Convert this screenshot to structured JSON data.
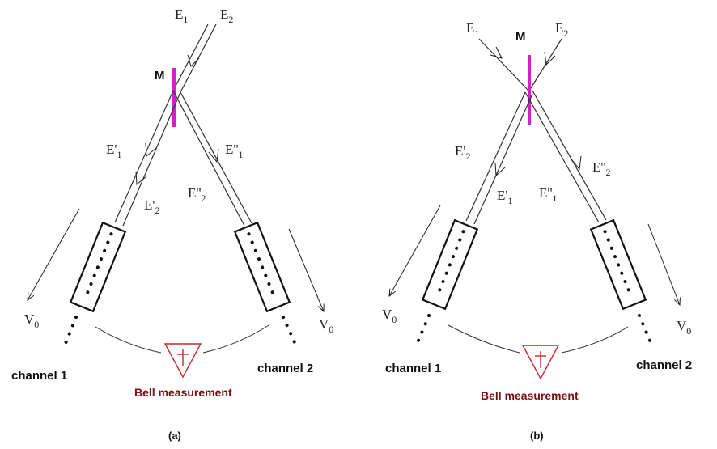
{
  "panels": [
    {
      "id": "a",
      "caption": "(a)",
      "mirror_label": "M",
      "incoming": [
        {
          "base": "E",
          "sub": "1"
        },
        {
          "base": "E",
          "sub": "2"
        }
      ],
      "left_beams": [
        {
          "base": "E'",
          "sub": "1"
        },
        {
          "base": "E'",
          "sub": "2"
        }
      ],
      "right_beams": [
        {
          "base": "E''",
          "sub": "1"
        },
        {
          "base": "E''",
          "sub": "2"
        }
      ],
      "velocity_left": {
        "base": "V",
        "sub": "0"
      },
      "velocity_right": {
        "base": "V",
        "sub": "0"
      },
      "channel_left": "channel 1",
      "channel_right": "channel 2",
      "bell_label": "Bell measurement"
    },
    {
      "id": "b",
      "caption": "(b)",
      "mirror_label": "M",
      "incoming": [
        {
          "base": "E",
          "sub": "1"
        },
        {
          "base": "E",
          "sub": "2"
        }
      ],
      "left_beams": [
        {
          "base": "E'",
          "sub": "2"
        },
        {
          "base": "E'",
          "sub": "1"
        }
      ],
      "right_beams": [
        {
          "base": "E''",
          "sub": "2"
        },
        {
          "base": "E''",
          "sub": "1"
        }
      ],
      "velocity_left": {
        "base": "V",
        "sub": "0"
      },
      "velocity_right": {
        "base": "V",
        "sub": "0"
      },
      "channel_left": "channel 1",
      "channel_right": "channel 2",
      "bell_label": "Bell measurement"
    }
  ],
  "colors": {
    "mirror": "#d21fd0",
    "bell_symbol": "#c42a2a",
    "bell_text": "#7b1010"
  }
}
